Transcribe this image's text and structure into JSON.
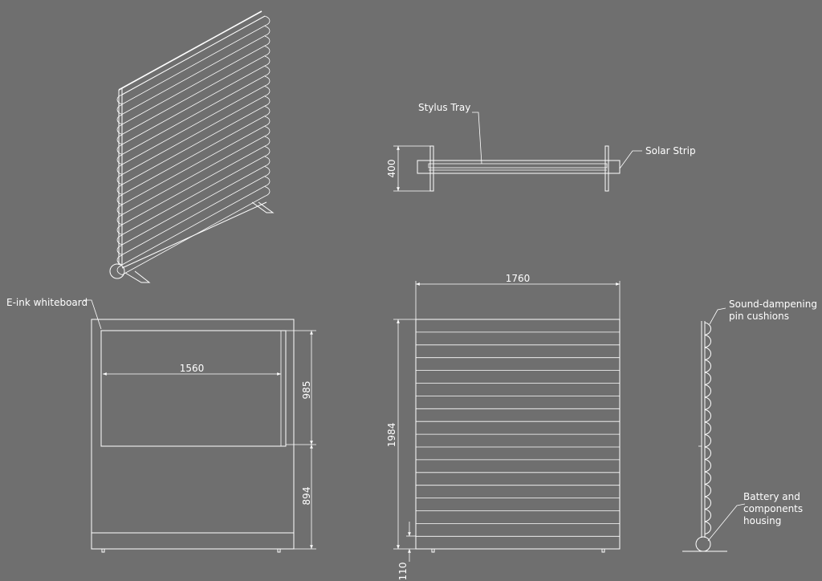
{
  "labels": {
    "stylus_tray": "Stylus Tray",
    "solar_strip": "Solar Strip",
    "eink_whiteboard": "E-ink whiteboard",
    "sound_dampening_line1": "Sound-dampening",
    "sound_dampening_line2": "pin cushions",
    "battery_line1": "Battery and",
    "battery_line2": "components",
    "battery_line3": "housing"
  },
  "dimensions": {
    "top_depth": "400",
    "whiteboard_width": "1560",
    "whiteboard_height": "985",
    "lower_height": "894",
    "overall_width": "1760",
    "overall_height": "1984",
    "foot_height": "110"
  },
  "colors": {
    "background": "#6f6f6f",
    "line": "#ffffff"
  }
}
